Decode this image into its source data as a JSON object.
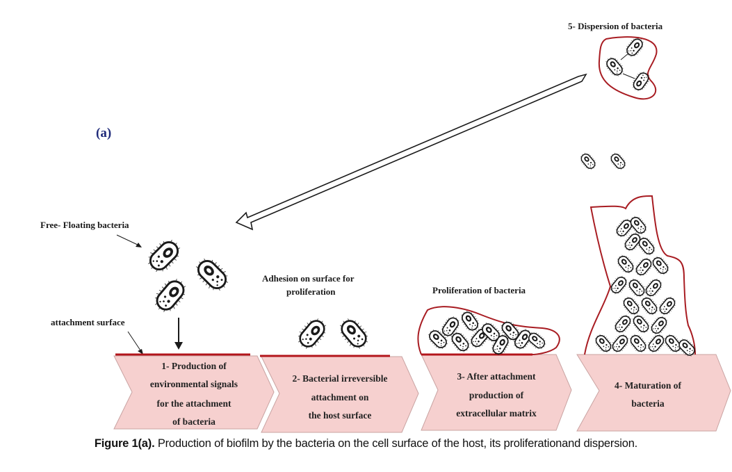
{
  "figure": {
    "panel_label": "(a)",
    "colors": {
      "chevron_fill": "#f6d0cf",
      "chevron_stroke": "#c9a3a2",
      "surface_line": "#b3151b",
      "matrix_outline": "#a81c22",
      "outline": "#1a1a1a"
    },
    "labels": {
      "free_floating": "Free- Floating bacteria",
      "attachment_surface": "attachment surface",
      "adhesion_line1": "Adhesion on surface for",
      "adhesion_line2": "proliferation",
      "proliferation": "Proliferation of bacteria",
      "dispersion": "5- Dispersion of bacteria"
    },
    "steps": [
      {
        "number": 1,
        "lines": [
          "1- Production of",
          "environmental signals",
          "for the attachment",
          "of bacteria"
        ]
      },
      {
        "number": 2,
        "lines": [
          "2- Bacterial irreversible",
          "attachment on",
          "the host surface"
        ]
      },
      {
        "number": 3,
        "lines": [
          "3- After attachment",
          "production of",
          "extracellular matrix"
        ]
      },
      {
        "number": 4,
        "lines": [
          "4- Maturation of",
          "bacteria"
        ]
      }
    ]
  },
  "caption": {
    "label": "Figure 1(a).",
    "text": " Production of biofilm by the bacteria on the cell surface of the host, its proliferationand dispersion."
  }
}
